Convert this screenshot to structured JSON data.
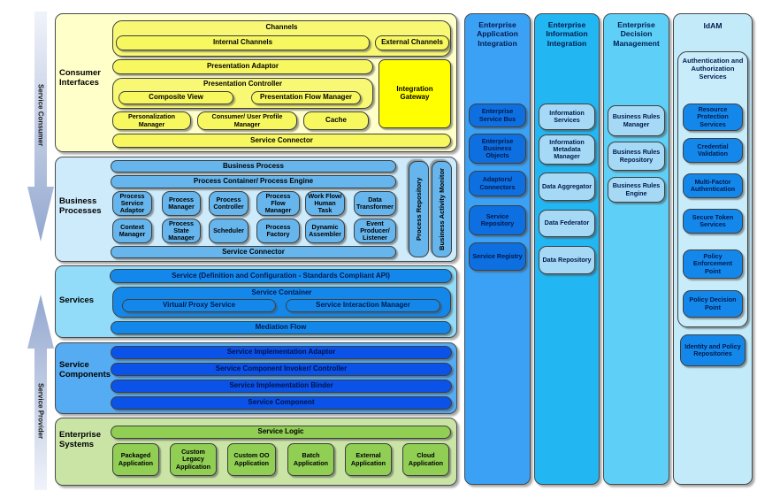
{
  "left_rail": {
    "consumer_label": "Service Consumer",
    "provider_label": "Service Provider"
  },
  "sections": {
    "consumer_interfaces": {
      "label": "Consumer Interfaces",
      "channels": {
        "title": "Channels",
        "internal": "Internal Channels",
        "external": "External Channels"
      },
      "presentation_adaptor": "Presentation Adaptor",
      "presentation_controller": {
        "title": "Presentation Controller",
        "composite_view": "Composite View",
        "flow_manager": "Presentation Flow Manager"
      },
      "integration_gateway": "Integration Gateway",
      "personalization_manager": "Personalization Manager",
      "consumer_user_profile_manager": "Consumer/ User Profile Manager",
      "cache": "Cache",
      "service_connector": "Service Connector"
    },
    "business_processes": {
      "label": "Business Processes",
      "business_process": "Business Process",
      "process_container": "Process Container/ Process Engine",
      "row1": [
        "Process Service Adaptor",
        "Process Manager",
        "Process Controller",
        "Process Flow Manager",
        "Work Flow/ Human Task",
        "Data Transformer"
      ],
      "row2": [
        "Context Manager",
        "Process State Manager",
        "Scheduler",
        "Process Factory",
        "Dynamic Assembler",
        "Event Producer/ Listener"
      ],
      "service_connector": "Service Connector",
      "process_repository": "Process Repository",
      "business_activity_monitor": "Business Activity Monitor"
    },
    "services": {
      "label": "Services",
      "service_api": "Service (Definition and Configuration - Standards Compliant API)",
      "service_container": {
        "title": "Service Container",
        "virtual_proxy": "Virtual/ Proxy Service",
        "interaction_manager": "Service Interaction Manager"
      },
      "mediation_flow": "Mediation Flow"
    },
    "service_components": {
      "label": "Service Components",
      "bars": [
        "Service Implementation Adaptor",
        "Service Component Invoker/ Controller",
        "Service Implementation Binder",
        "Service Component"
      ]
    },
    "enterprise_systems": {
      "label": "Enterprise Systems",
      "service_logic": "Service Logic",
      "apps": [
        "Packaged Application",
        "Custom Legacy Application",
        "Custom OO Application",
        "Batch Application",
        "External Application",
        "Cloud Application"
      ]
    }
  },
  "columns": {
    "eai": {
      "title": "Enterprise Application Integration",
      "items": [
        "Enterprise Service Bus",
        "Enterprise Business Objects",
        "Adaptors/ Connectors",
        "Service Repository",
        "Service Registry"
      ]
    },
    "eii": {
      "title": "Enterprise Information Integration",
      "items": [
        "Information Services",
        "Information Metadata Manager",
        "Data Aggregator",
        "Data Federator",
        "Data Repository"
      ]
    },
    "edm": {
      "title": "Enterprise Decision Management",
      "items": [
        "Business Rules Manager",
        "Business Rules Repository",
        "Business Rules Engine"
      ]
    },
    "idam": {
      "title": "IdAM",
      "auth_container_title": "Authentication and Authorization Services",
      "auth_items": [
        "Resource Protection Services",
        "Credential Validation",
        "Multi-Factor Authentication",
        "Secure Token Services",
        "Policy Enforcement Point",
        "Policy Decision Point"
      ],
      "identity_repositories": "Identity and Policy Repositories"
    }
  },
  "colors": {
    "consumer_bg": "#FFFFC9",
    "consumer_box": "#F7F75F",
    "integration_gateway": "#FFFF00",
    "business_processes_bg": "#CDEBFA",
    "business_processes_box": "#66B5EC",
    "services_bg": "#92DCF9",
    "services_box": "#1488EA",
    "components_bg": "#55ACF2",
    "components_box": "#0A52E8",
    "systems_bg": "#C9E4A5",
    "systems_box": "#90CE54",
    "eai_bg": "#3BA1F5",
    "eai_box": "#0E6FE0",
    "eii_bg": "#22B7F2",
    "eii_box": "#A6D9F5",
    "edm_bg": "#5ED0F7",
    "edm_box": "#A6D9F5",
    "idam_bg": "#C3EAF9",
    "idam_box": "#1488EA",
    "arrow": "#93A7CF"
  }
}
